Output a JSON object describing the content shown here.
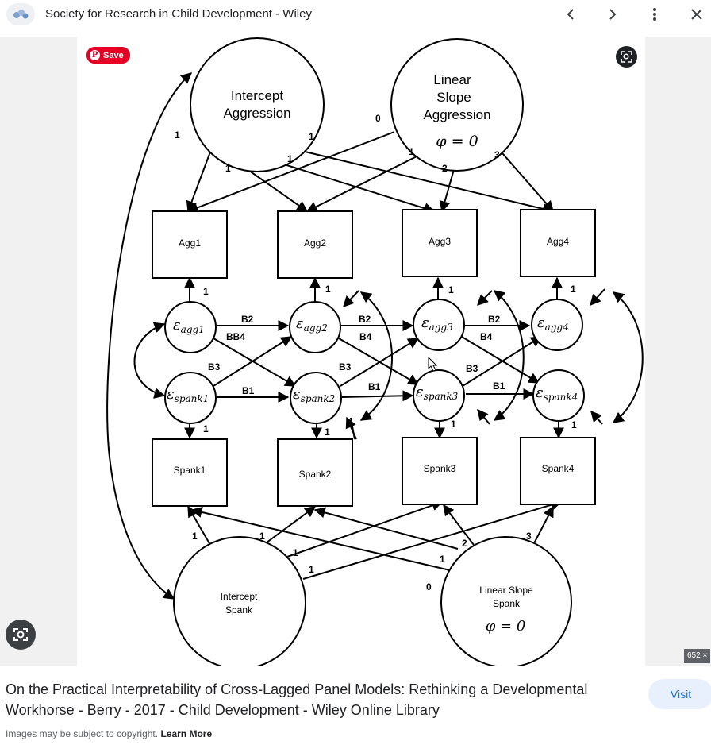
{
  "header": {
    "site_title": "Society for Research in Child Development - Wiley",
    "back_icon": "chevron-left-icon",
    "forward_icon": "chevron-right-icon",
    "more_icon": "more-vert-icon",
    "close_icon": "close-icon"
  },
  "image": {
    "save_label": "Save",
    "dimension_badge": "652 ×"
  },
  "diagram": {
    "latent": {
      "intercept_agg": [
        "Intercept",
        "Aggression"
      ],
      "slope_agg": [
        "Linear",
        "Slope",
        "Aggression"
      ],
      "slope_agg_constraint": "φ = 0",
      "intercept_spank": [
        "Intercept",
        "Spank"
      ],
      "slope_spank": [
        "Linear Slope",
        "Spank"
      ],
      "slope_spank_constraint": "φ = 0"
    },
    "agg_boxes": [
      "Agg1",
      "Agg2",
      "Agg3",
      "Agg4"
    ],
    "spank_boxes": [
      "Spank1",
      "Spank2",
      "Spank3",
      "Spank4"
    ],
    "err_agg_sub": [
      "agg1",
      "agg2",
      "agg3",
      "agg4"
    ],
    "err_spank_sub": [
      "spank1",
      "spank2",
      "spank3",
      "spank4"
    ],
    "epsilon": "ε",
    "loading_labels": {
      "top_int": [
        "1",
        "1",
        "1",
        "1"
      ],
      "top_slope": [
        "0",
        "1",
        "2",
        "3"
      ],
      "bottom_int": [
        "1",
        "1",
        "1",
        "1"
      ],
      "bottom_slope": [
        "0",
        "1",
        "2",
        "3"
      ],
      "err_to_box": "1"
    },
    "paths": {
      "b1": "B1",
      "b2": "B2",
      "b3": "B3",
      "b4": "B4",
      "bb4": "BB4"
    }
  },
  "caption": {
    "text": "On the Practical Interpretability of Cross-Lagged Panel Models: Rethinking a Developmental Workhorse - Berry - 2017 - Child Development - Wiley Online Library",
    "visit_label": "Visit",
    "copyright_text": "Images may be subject to copyright.",
    "learn_more": "Learn More"
  }
}
